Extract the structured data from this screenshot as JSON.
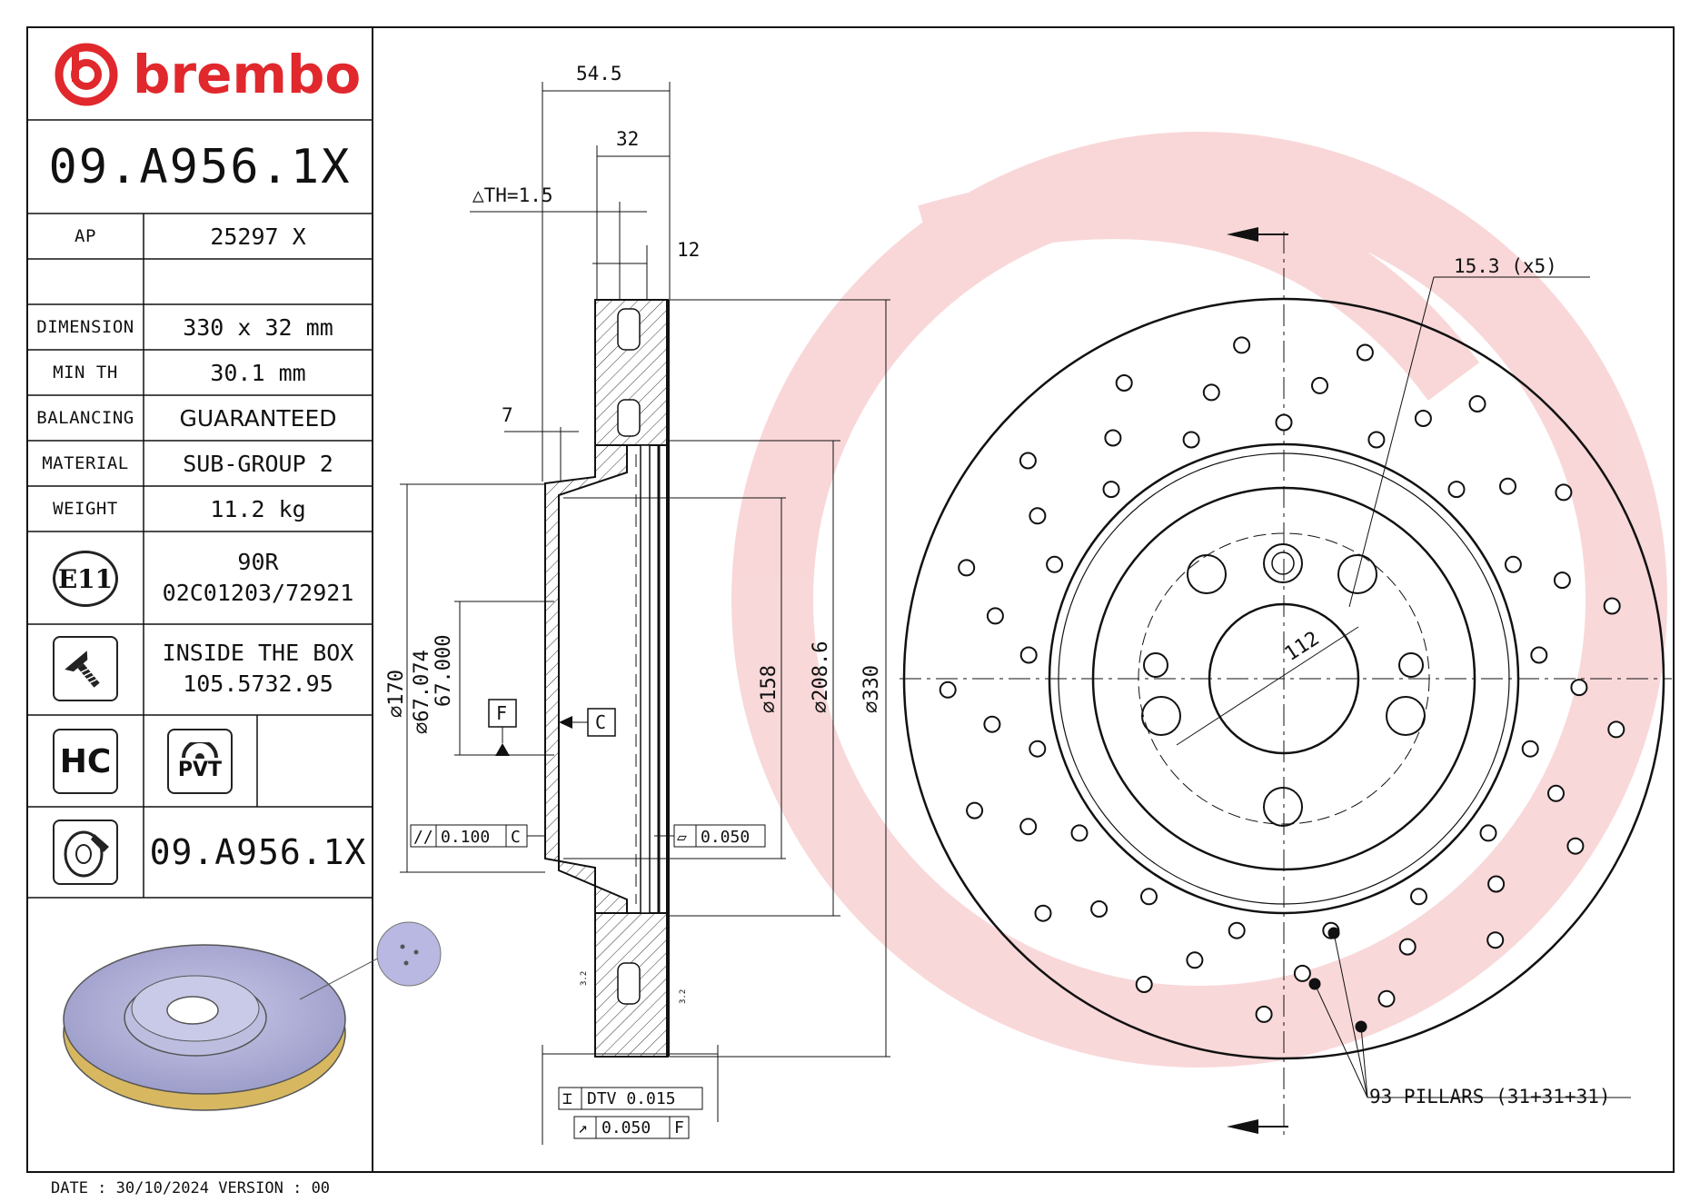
{
  "brand": {
    "name": "brembo",
    "color": "#e0282d"
  },
  "part_number": "09.A956.1X",
  "spec_table": {
    "ap_label": "AP",
    "ap_value": "25297 X",
    "rows": [
      {
        "label": "DIMENSION",
        "value": "330 x 32 mm"
      },
      {
        "label": "MIN TH",
        "value": "30.1 mm"
      },
      {
        "label": "BALANCING",
        "value": "GUARANTEED"
      },
      {
        "label": "MATERIAL",
        "value": "SUB-GROUP 2"
      },
      {
        "label": "WEIGHT",
        "value": "11.2 kg"
      }
    ],
    "homologation": {
      "badge": "E11",
      "line1": "90R",
      "line2": "02C01203/72921"
    },
    "box": {
      "line1": "INSIDE THE BOX",
      "line2": "105.5732.95"
    },
    "hc_label": "HC",
    "pvt_label": "PVT",
    "bottom_part_number": "09.A956.1X"
  },
  "footer": {
    "date_text": "DATE : 30/10/2024 VERSION : 00"
  },
  "drawing": {
    "dims_top": {
      "width_total": "54.5",
      "thickness": "32",
      "th": "△TH=1.5",
      "friction": "12",
      "hat": "7"
    },
    "diameters": {
      "d170": "⌀170",
      "d67074": "⌀67.074",
      "d67000": "67.000",
      "d158": "⌀158",
      "d2086": "⌀208.6",
      "d330": "⌀330"
    },
    "datum_f": "F",
    "datum_c": "C",
    "tol_parallel": {
      "sym": "//",
      "value": "0.100",
      "ref": "C"
    },
    "tol_flat": {
      "sym": "▱",
      "value": "0.050"
    },
    "tol_dtv": {
      "sym": "⌶",
      "label": "DTV 0.015"
    },
    "tol_runout": {
      "sym": "↗",
      "value": "0.050",
      "ref": "F"
    },
    "roughness": "3.2",
    "pcd": "112",
    "bolt_holes": "15.3 (x5)",
    "pillars": "93 PILLARS (31+31+31)"
  }
}
